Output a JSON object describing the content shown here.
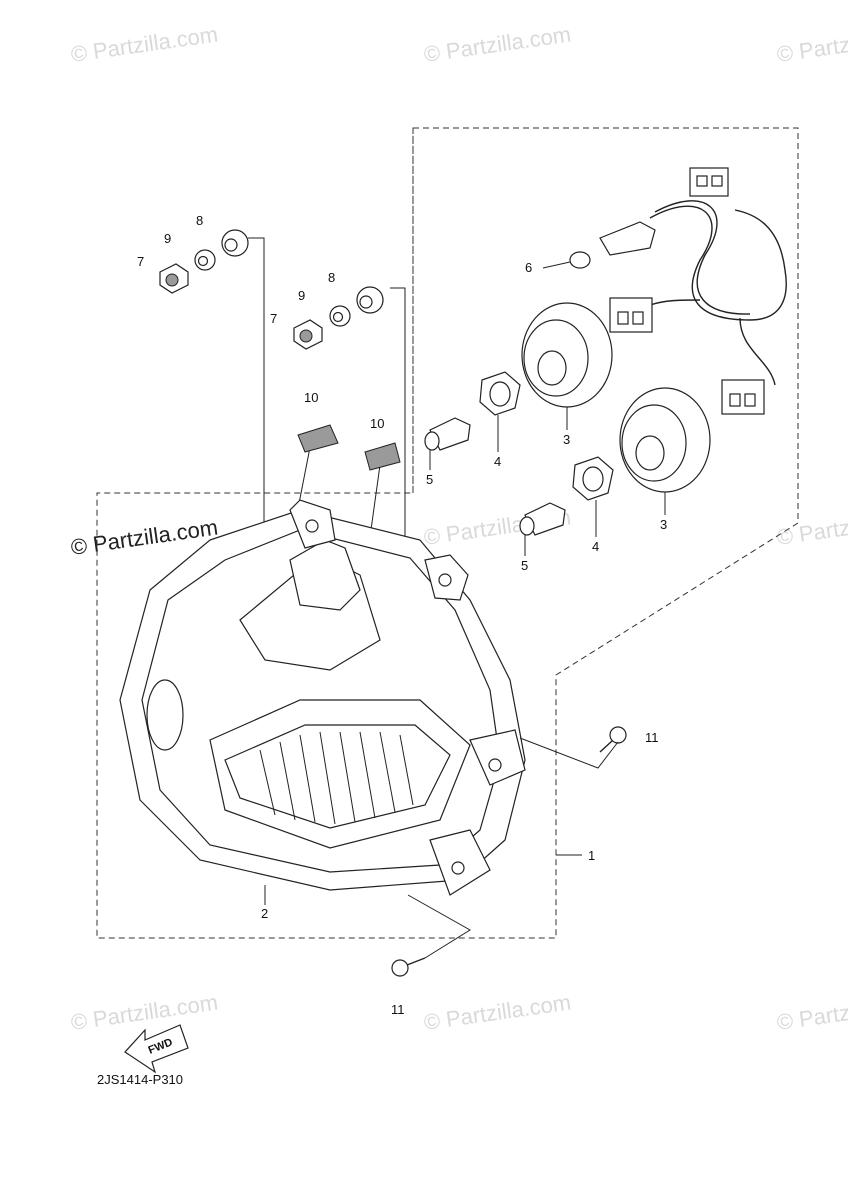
{
  "watermark": {
    "text": "© Partzilla.com",
    "prominent_text": "© Partzilla.com"
  },
  "diagram_code": "2JS1414-P310",
  "fwd_label": "FWD",
  "callouts": {
    "c1": "1",
    "c2": "2",
    "c3a": "3",
    "c3b": "3",
    "c4a": "4",
    "c4b": "4",
    "c5a": "5",
    "c5b": "5",
    "c6": "6",
    "c7a": "7",
    "c7b": "7",
    "c8a": "8",
    "c8b": "8",
    "c9a": "9",
    "c9b": "9",
    "c10a": "10",
    "c10b": "10",
    "c11a": "11",
    "c11b": "11"
  }
}
